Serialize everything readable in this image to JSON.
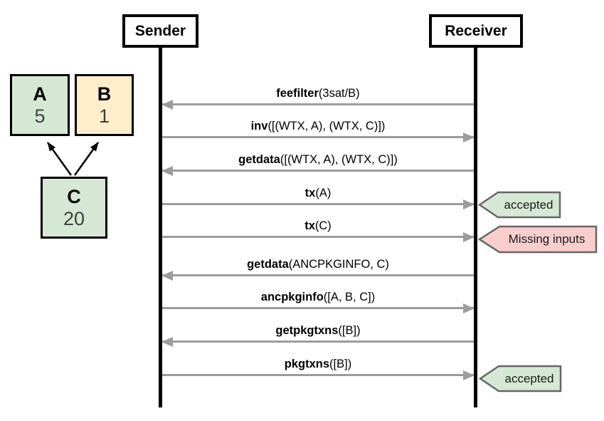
{
  "colors": {
    "node_green": "#d5e8d4",
    "node_yellow": "#ffeec9",
    "badge_green": "#d5e8d4",
    "badge_red": "#f8cecc",
    "badge_border": "#666666",
    "message_arrow_gray": "#9c9c9c",
    "line_black": "#000000"
  },
  "actors": [
    {
      "label": "Sender"
    },
    {
      "label": "Receiver"
    }
  ],
  "package_graph": {
    "nodes": [
      {
        "id": "A",
        "label": "A",
        "value": "5",
        "fill": "#d5e8d4"
      },
      {
        "id": "B",
        "label": "B",
        "value": "1",
        "fill": "#ffeec9"
      },
      {
        "id": "C",
        "label": "C",
        "value": "20",
        "fill": "#d5e8d4"
      }
    ],
    "edges": [
      {
        "from": "C",
        "to": "A"
      },
      {
        "from": "C",
        "to": "B"
      }
    ]
  },
  "messages": [
    {
      "fn": "feefilter",
      "args": "(3sat/B)",
      "direction": "to-sender"
    },
    {
      "fn": "inv",
      "args": "([(WTX, A), (WTX, C)])",
      "direction": "to-receiver"
    },
    {
      "fn": "getdata",
      "args": "([(WTX, A), (WTX, C)])",
      "direction": "to-sender"
    },
    {
      "fn": "tx",
      "args": "(A)",
      "direction": "to-receiver"
    },
    {
      "fn": "tx",
      "args": "(C)",
      "direction": "to-receiver"
    },
    {
      "fn": "getdata",
      "args": "(ANCPKGINFO, C)",
      "direction": "to-sender"
    },
    {
      "fn": "ancpkginfo",
      "args": "([A, B, C])",
      "direction": "to-receiver"
    },
    {
      "fn": "getpkgtxns",
      "args": "([B])",
      "direction": "to-sender"
    },
    {
      "fn": "pkgtxns",
      "args": "([B])",
      "direction": "to-receiver"
    }
  ],
  "annotations": [
    {
      "label": "accepted",
      "fill": "#d5e8d4",
      "attached_to": "tx(A)"
    },
    {
      "label": "Missing inputs",
      "fill": "#f8cecc",
      "attached_to": "tx(C)"
    },
    {
      "label": "accepted",
      "fill": "#d5e8d4",
      "attached_to": "pkgtxns([B])"
    }
  ]
}
